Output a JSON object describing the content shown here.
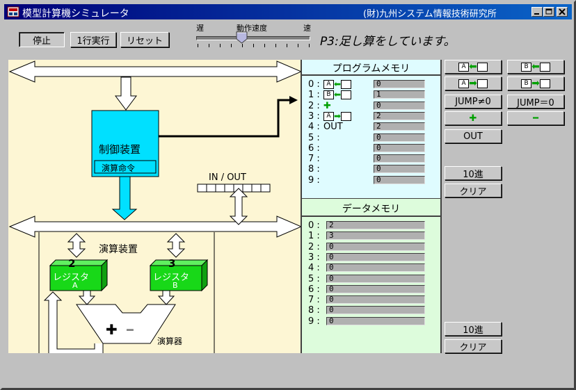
{
  "window": {
    "title": "模型計算機シミュレータ",
    "organization": "(財)九州システム情報技術研究所",
    "minimize_label": "_",
    "maximize_label": "□",
    "close_label": "×"
  },
  "toolbar": {
    "stop_label": "停止",
    "step_label": "1行実行",
    "reset_label": "リセット"
  },
  "speed": {
    "title": "動作速度",
    "slow_label": "遅",
    "fast_label": "速",
    "level_percent": 40
  },
  "status_message": "P3:足し算をしています。",
  "diagram": {
    "control_unit_label": "制御装置",
    "control_unit_sub": "演算命令",
    "io_label": "IN / OUT",
    "alu_unit_label": "演算装置",
    "register_a": {
      "value": "2",
      "label": "レジスタ",
      "name": "A"
    },
    "register_b": {
      "value": "3",
      "label": "レジスタ",
      "name": "B"
    },
    "alu_label": "演算器",
    "plus_symbol": "✚",
    "minus_symbol": "━",
    "colors": {
      "panel": "#fdf6d4",
      "control": "#00e0ff",
      "register": "#18d818",
      "bus": "#ffffff"
    }
  },
  "program_memory": {
    "title": "プログラムメモリ",
    "rows": [
      {
        "index": "0 :",
        "instr_type": "load_a",
        "instr": "",
        "value": "0"
      },
      {
        "index": "1 :",
        "instr_type": "load_b",
        "instr": "",
        "value": "1"
      },
      {
        "index": "2 :",
        "instr_type": "plus",
        "instr": "",
        "value": "0"
      },
      {
        "index": "3 :",
        "instr_type": "store_a",
        "instr": "",
        "value": "2"
      },
      {
        "index": "4 :",
        "instr_type": "text",
        "instr": "OUT",
        "value": "2"
      },
      {
        "index": "5 :",
        "instr_type": "none",
        "instr": "",
        "value": "0"
      },
      {
        "index": "6 :",
        "instr_type": "none",
        "instr": "",
        "value": "0"
      },
      {
        "index": "7 :",
        "instr_type": "none",
        "instr": "",
        "value": "0"
      },
      {
        "index": "8 :",
        "instr_type": "none",
        "instr": "",
        "value": "0"
      },
      {
        "index": "9 :",
        "instr_type": "none",
        "instr": "",
        "value": "0"
      }
    ],
    "color": "#dffcff"
  },
  "data_memory": {
    "title": "データメモリ",
    "rows": [
      {
        "index": "0 :",
        "value": "2"
      },
      {
        "index": "1 :",
        "value": "3"
      },
      {
        "index": "2 :",
        "value": "0"
      },
      {
        "index": "3 :",
        "value": "0"
      },
      {
        "index": "4 :",
        "value": "0"
      },
      {
        "index": "5 :",
        "value": "0"
      },
      {
        "index": "6 :",
        "value": "0"
      },
      {
        "index": "7 :",
        "value": "0"
      },
      {
        "index": "8 :",
        "value": "0"
      },
      {
        "index": "9 :",
        "value": "0"
      }
    ],
    "color": "#ddfcdc"
  },
  "instruction_buttons": {
    "jump_nonzero_label": "JUMP≠0",
    "jump_zero_label": "JUMP＝0",
    "plus_label": "✚",
    "minus_label": "━",
    "out_label": "OUT",
    "reg_a_letter": "A",
    "reg_b_letter": "B"
  },
  "program_controls": {
    "decimal_label": "10進",
    "clear_label": "クリア"
  },
  "data_controls": {
    "decimal_label": "10進",
    "clear_label": "クリア"
  }
}
